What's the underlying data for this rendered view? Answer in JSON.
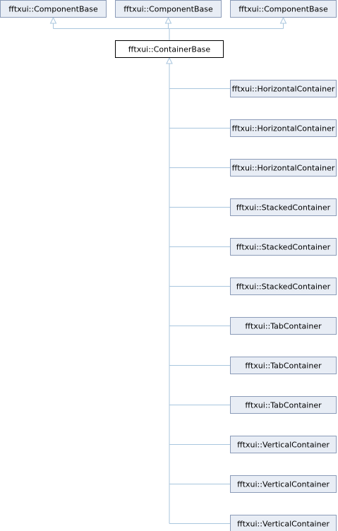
{
  "diagram": {
    "focus": "fftxui::ContainerBase",
    "bases": [
      "fftxui::ComponentBase",
      "fftxui::ComponentBase",
      "fftxui::ComponentBase"
    ],
    "derived": [
      "fftxui::HorizontalContainer",
      "fftxui::HorizontalContainer",
      "fftxui::HorizontalContainer",
      "fftxui::StackedContainer",
      "fftxui::StackedContainer",
      "fftxui::StackedContainer",
      "fftxui::TabContainer",
      "fftxui::TabContainer",
      "fftxui::TabContainer",
      "fftxui::VerticalContainer",
      "fftxui::VerticalContainer",
      "fftxui::VerticalContainer"
    ]
  },
  "colors": {
    "node_fill": "#e8edf5",
    "node_border": "#8b9bb8",
    "focus_fill": "#ffffff",
    "focus_border": "#000000",
    "edge": "#a9c6de"
  }
}
